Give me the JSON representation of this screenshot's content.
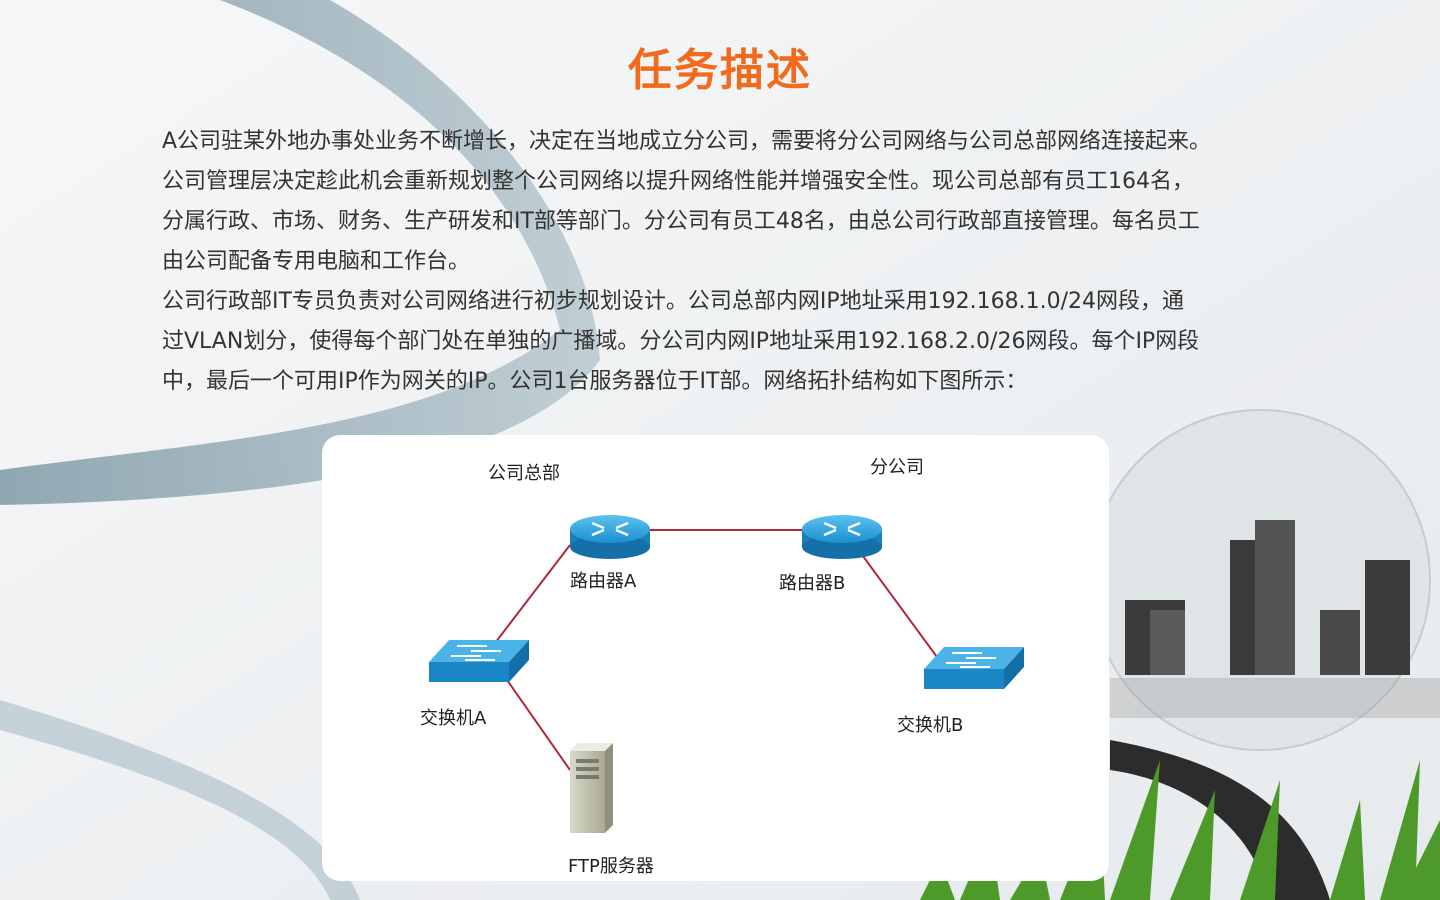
{
  "title": "任务描述",
  "paragraphs": [
    "A公司驻某外地办事处业务不断增长，决定在当地成立分公司，需要将分公司网络与公司总部网络连接起来。",
    "公司管理层决定趁此机会重新规划整个公司网络以提升网络性能并增强安全性。现公司总部有员工164名，",
    "分属行政、市场、财务、生产研发和IT部等部门。分公司有员工48名，由总公司行政部直接管理。每名员工",
    "由公司配备专用电脑和工作台。",
    "公司行政部IT专员负责对公司网络进行初步规划设计。公司总部内网IP地址采用192.168.1.0/24网段，通",
    "过VLAN划分，使得每个部门处在单独的广播域。分公司内网IP地址采用192.168.2.0/26网段。每个IP网段",
    "中，最后一个可用IP作为网关的IP。公司1台服务器位于IT部。网络拓扑结构如下图所示："
  ],
  "diagram": {
    "headquarters_label": "公司总部",
    "branch_label": "分公司",
    "router_a": "路由器A",
    "router_b": "路由器B",
    "switch_a": "交换机A",
    "switch_b": "交换机B",
    "ftp_server": "FTP服务器",
    "link_color": "#b0283a",
    "device_color": "#1f9ad6"
  }
}
